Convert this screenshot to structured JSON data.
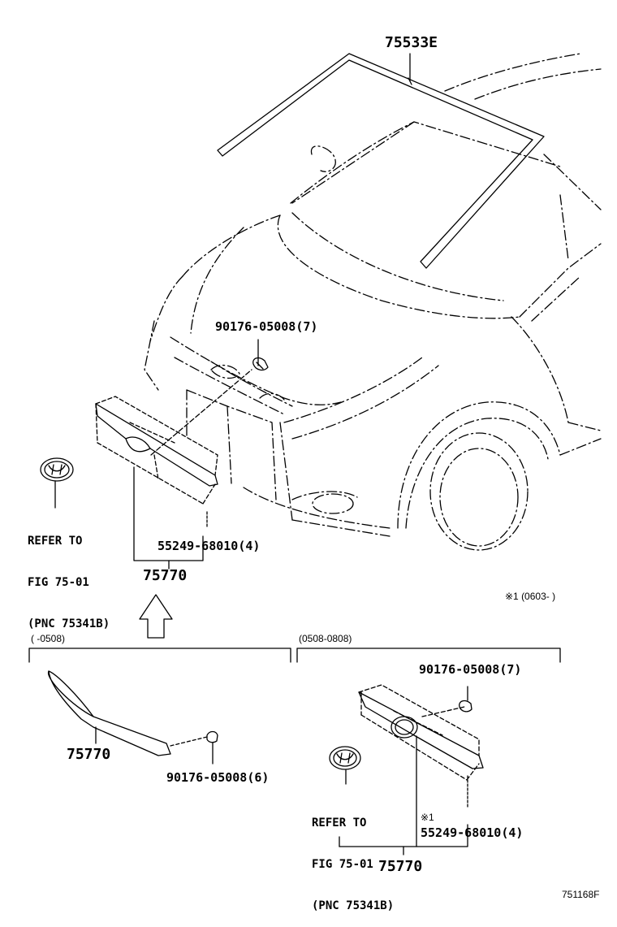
{
  "parts": {
    "windshield_molding": "75533E",
    "clip_top": "90176-05008(7)",
    "screw_top": "55249-68010(4)",
    "grille_top": "75770",
    "note_top_right": "※1 (0603-      )",
    "range_left": "(      -0508)",
    "range_right": "(0508-0808)",
    "grille_left": "75770",
    "clip_left": "90176-05008(6)",
    "clip_right": "90176-05008(7)",
    "note_right": "※1",
    "screw_right": "55249-68010(4)",
    "grille_right": "75770",
    "figure_id": "751168F"
  },
  "refer_top": [
    "REFER TO",
    "FIG 75-01",
    "(PNC 75341B)"
  ],
  "refer_bottom": [
    "REFER TO",
    "FIG 75-01",
    "(PNC 75341B)"
  ]
}
